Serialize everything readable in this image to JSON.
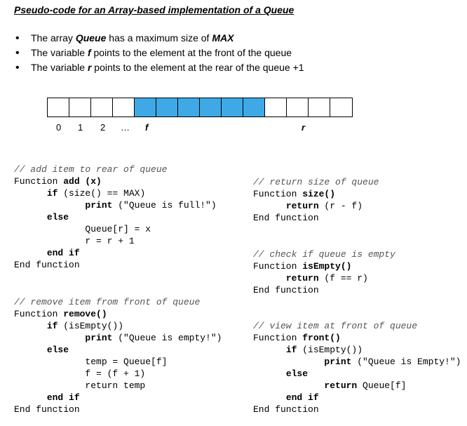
{
  "title": "Pseudo-code for an Array-based implementation of a Queue",
  "bullets": [
    {
      "pre": "The array ",
      "em1": "Queue",
      "mid": " has a maximum size of ",
      "em2": "MAX",
      "post": ""
    },
    {
      "pre": "The variable ",
      "em1": "f",
      "mid": " points to the element at the front of the queue",
      "em2": "",
      "post": ""
    },
    {
      "pre": "The variable ",
      "em1": "r",
      "mid": " points to the element at the rear of the queue +1",
      "em2": "",
      "post": ""
    }
  ],
  "array": {
    "cells": 14,
    "filled_from": 4,
    "filled_to": 10
  },
  "indices": {
    "i0": "0",
    "i1": "1",
    "i2": "2",
    "dots": "…",
    "f": "f",
    "r": "r"
  },
  "code": {
    "add": {
      "comment": "// add item to rear of queue",
      "l1a": "Function ",
      "l1b": "add (x)",
      "l2a": "if",
      "l2b": " (size() == MAX)",
      "l3a": "print",
      "l3b": " (\"Queue is full!\")",
      "l4": "else",
      "l5": "Queue[r] = x",
      "l6": "r = r + 1",
      "l7": "end if",
      "l8": "End function"
    },
    "remove": {
      "comment": "// remove item from front of queue",
      "l1a": "Function ",
      "l1b": "remove()",
      "l2a": "if",
      "l2b": " (isEmpty())",
      "l3a": "print",
      "l3b": " (\"Queue is empty!\")",
      "l4": "else",
      "l5": "temp = Queue[f]",
      "l6": "f = (f + 1)",
      "l7": "return temp",
      "l8": "end if",
      "l9": "End function"
    },
    "size": {
      "comment": "// return size of queue",
      "l1a": "Function ",
      "l1b": "size()",
      "l2a": "return",
      "l2b": " (r - f)",
      "l3": "End function"
    },
    "isEmpty": {
      "comment": "// check if queue is empty",
      "l1a": "Function ",
      "l1b": "isEmpty()",
      "l2a": "return",
      "l2b": " (f == r)",
      "l3": "End function"
    },
    "front": {
      "comment": "// view item at front of queue",
      "l1a": "Function ",
      "l1b": "front()",
      "l2a": "if",
      "l2b": " (isEmpty())",
      "l3a": "print",
      "l3b": " (\"Queue is Empty!\")",
      "l4": "else",
      "l5a": "return",
      "l5b": " Queue[f]",
      "l6": "end if",
      "l7": "End function"
    }
  }
}
